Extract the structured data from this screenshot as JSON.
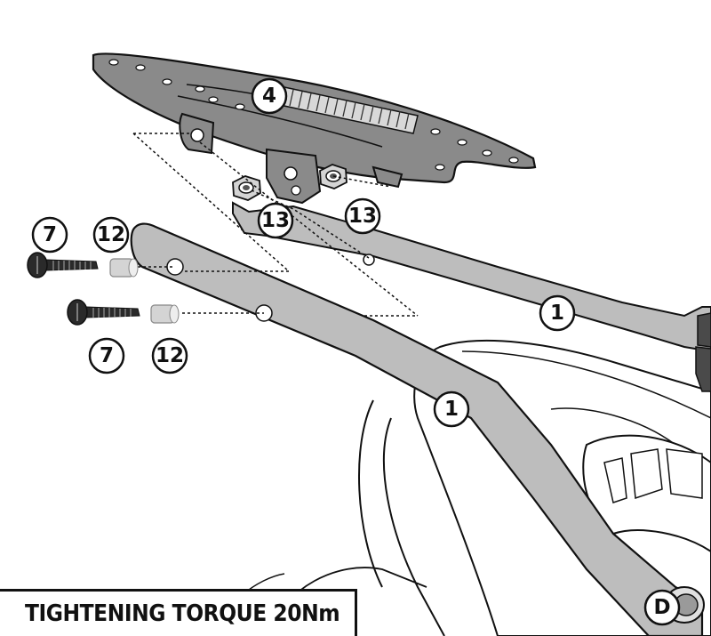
{
  "colors": {
    "plate": "#8a8a8a",
    "arm": "#bdbdbd",
    "outline": "#111111",
    "screw": "#2a2a2a",
    "spacer": "#d4d4d4",
    "background": "#ffffff"
  },
  "callouts": {
    "plate": "4",
    "nut_left": "13",
    "nut_right": "13",
    "screw_top": "7",
    "spacer_top": "12",
    "screw_bottom": "7",
    "spacer_bottom": "12",
    "arm_upper": "1",
    "arm_lower": "1",
    "fixing_point": "D"
  },
  "torque_note": "TIGHTENING TORQUE 20Nm"
}
